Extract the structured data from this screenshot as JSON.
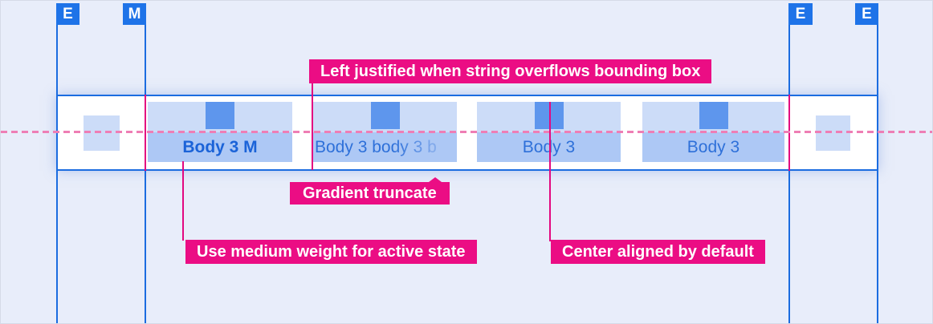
{
  "colors": {
    "background": "#e8edfa",
    "guide_blue": "#1b6ce0",
    "badge_blue": "#1e73e8",
    "annotation_magenta": "#eb0d84",
    "pointer_magenta": "#e30980",
    "baseline_pink": "#ee7eb5",
    "tab_top_fill": "#ccdcf8",
    "tab_bottom_fill": "#adc8f5",
    "tab_square_fill": "#5e96ed",
    "tab_text_blue": "#2e70d9",
    "tab_active_text_blue": "#1b63d8"
  },
  "badges": [
    {
      "label": "E"
    },
    {
      "label": "M"
    },
    {
      "label": "E"
    },
    {
      "label": "E"
    }
  ],
  "tabs": [
    {
      "label": "Body 3 M",
      "state": "active"
    },
    {
      "label": "Body 3 body 3 b",
      "state": "overflow-truncated"
    },
    {
      "label": "Body 3",
      "state": "default"
    },
    {
      "label": "Body 3",
      "state": "default"
    }
  ],
  "annotations": {
    "overflow_label": "Left justified when string overflows bounding box",
    "gradient_label": "Gradient truncate",
    "medium_weight_label": "Use medium weight for active state",
    "center_aligned_label": "Center aligned by default"
  }
}
